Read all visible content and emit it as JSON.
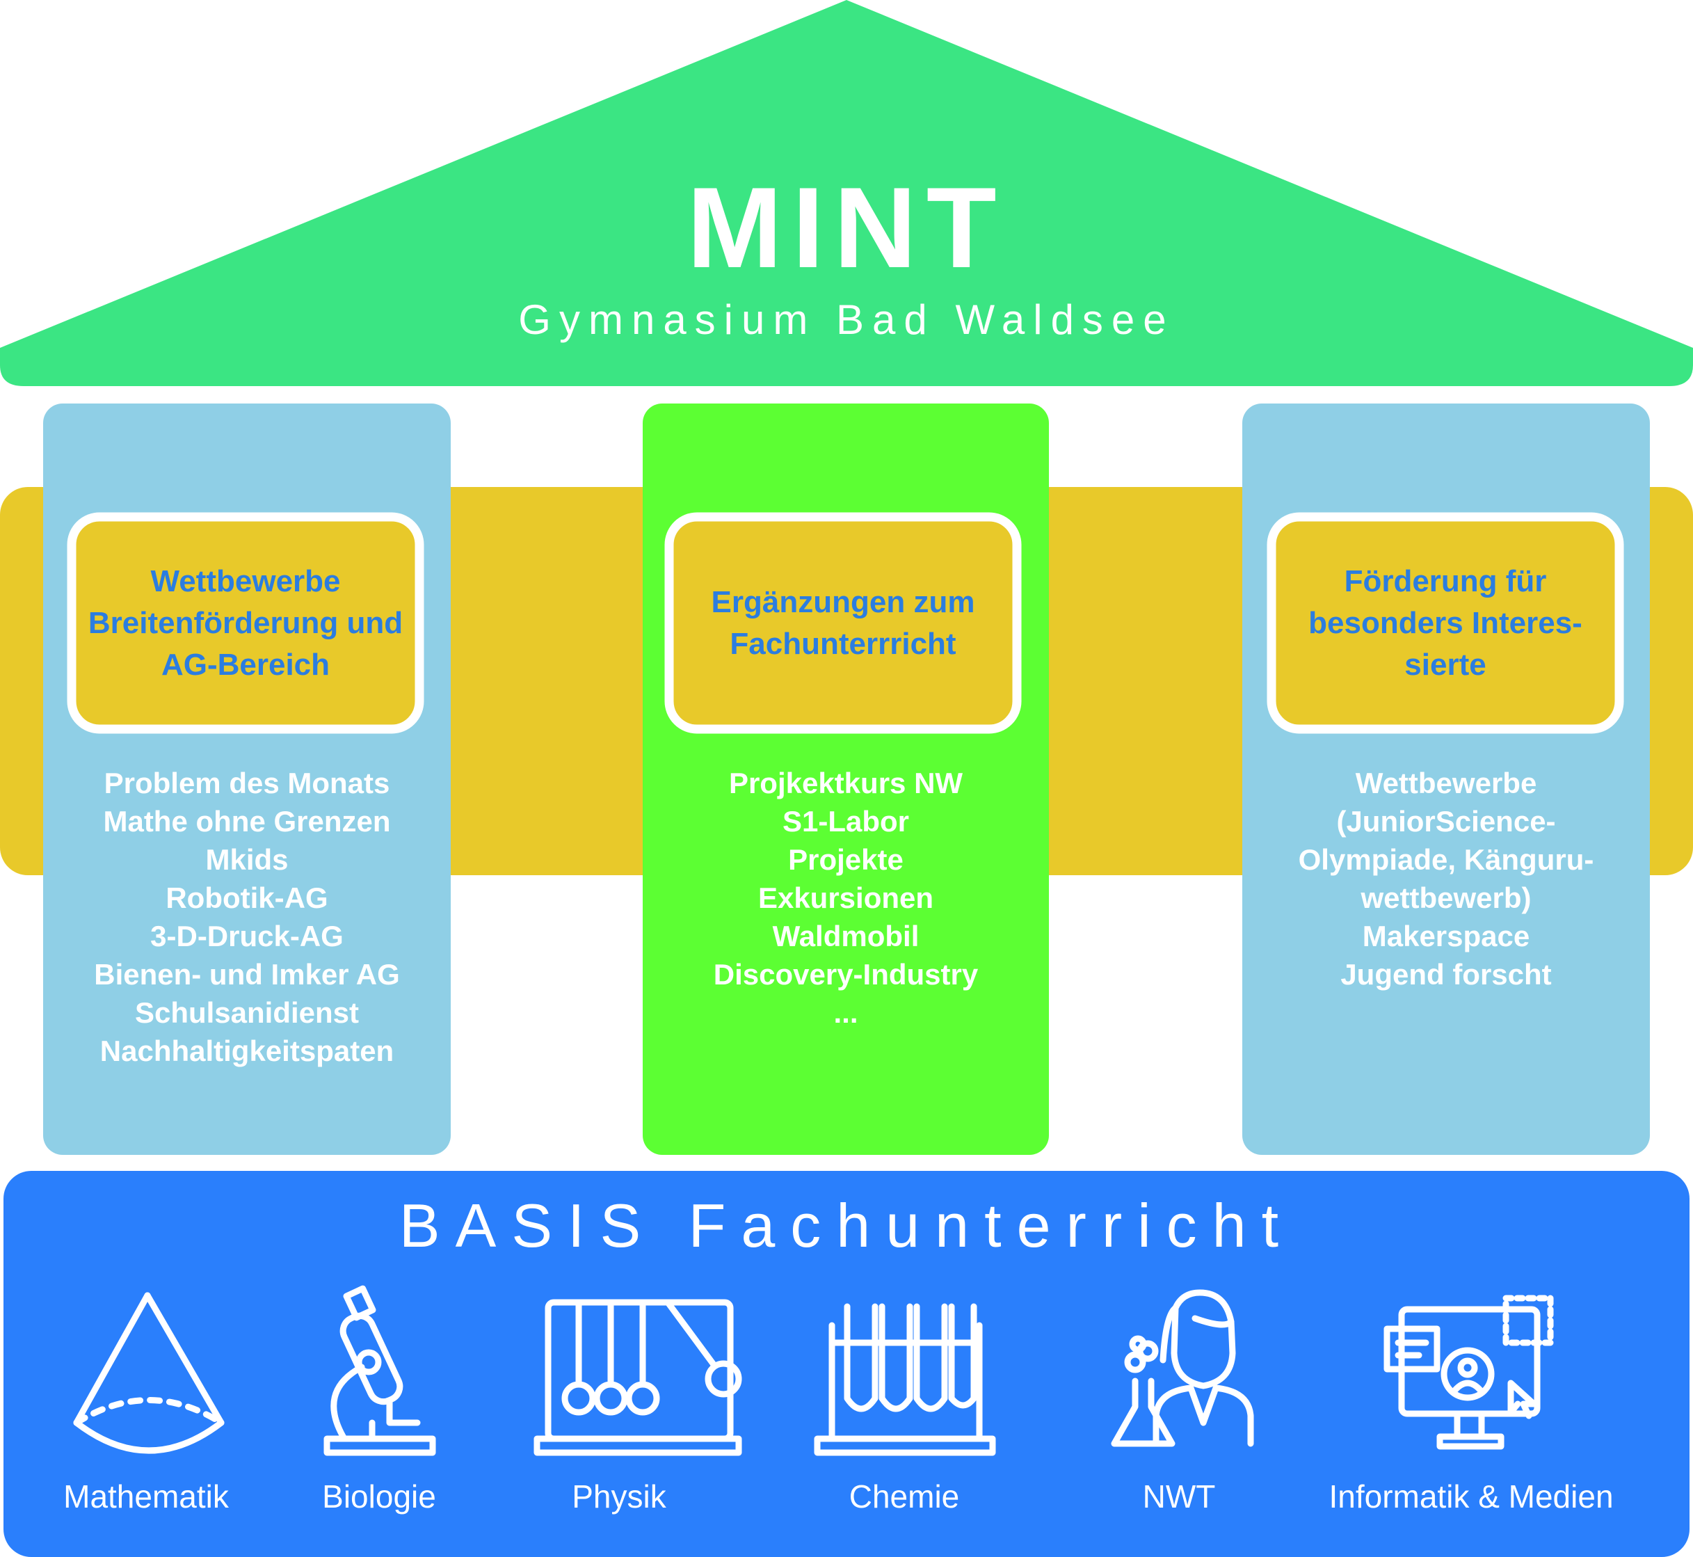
{
  "roof": {
    "title": "MINT",
    "subtitle": "Gymnasium Bad Waldsee"
  },
  "colors": {
    "roof": "#3be583",
    "pillar_side": "#8fcfe6",
    "pillar_center": "#5cff33",
    "beam": "#e8c92a",
    "heading_text": "#2b7de0",
    "base": "#2a7ffc",
    "white": "#ffffff"
  },
  "pillars": [
    {
      "heading": "Wettbewerbe Breitenförderung und AG-Bereich",
      "items": [
        "Problem des Monats",
        "Mathe ohne Grenzen",
        "Mkids",
        "Robotik-AG",
        "3-D-Druck-AG",
        "Bienen- und Imker AG",
        "Schulsanidienst",
        "Nachhaltigkeitspaten"
      ]
    },
    {
      "heading": "Ergänzungen zum Fachunterrricht",
      "items": [
        "Projkektkurs NW",
        "S1-Labor",
        "Projekte",
        "Exkursionen",
        "Waldmobil",
        "Discovery-Industry",
        "..."
      ]
    },
    {
      "heading": "Förderung für besonders Interes-sierte",
      "items": [
        "Wettbewerbe",
        "(JuniorScience-",
        "Olympiade, Känguru-",
        "wettbewerb)",
        "Makerspace",
        "Jugend forscht"
      ]
    }
  ],
  "basis": {
    "title": "BASIS Fachunterricht",
    "subjects": [
      {
        "label": "Mathematik",
        "icon": "cone-icon"
      },
      {
        "label": "Biologie",
        "icon": "microscope-icon"
      },
      {
        "label": "Physik",
        "icon": "newtons-cradle-icon"
      },
      {
        "label": "Chemie",
        "icon": "test-tubes-icon"
      },
      {
        "label": "NWT",
        "icon": "scientist-icon"
      },
      {
        "label": "Informatik & Medien",
        "icon": "computer-media-icon"
      }
    ]
  }
}
